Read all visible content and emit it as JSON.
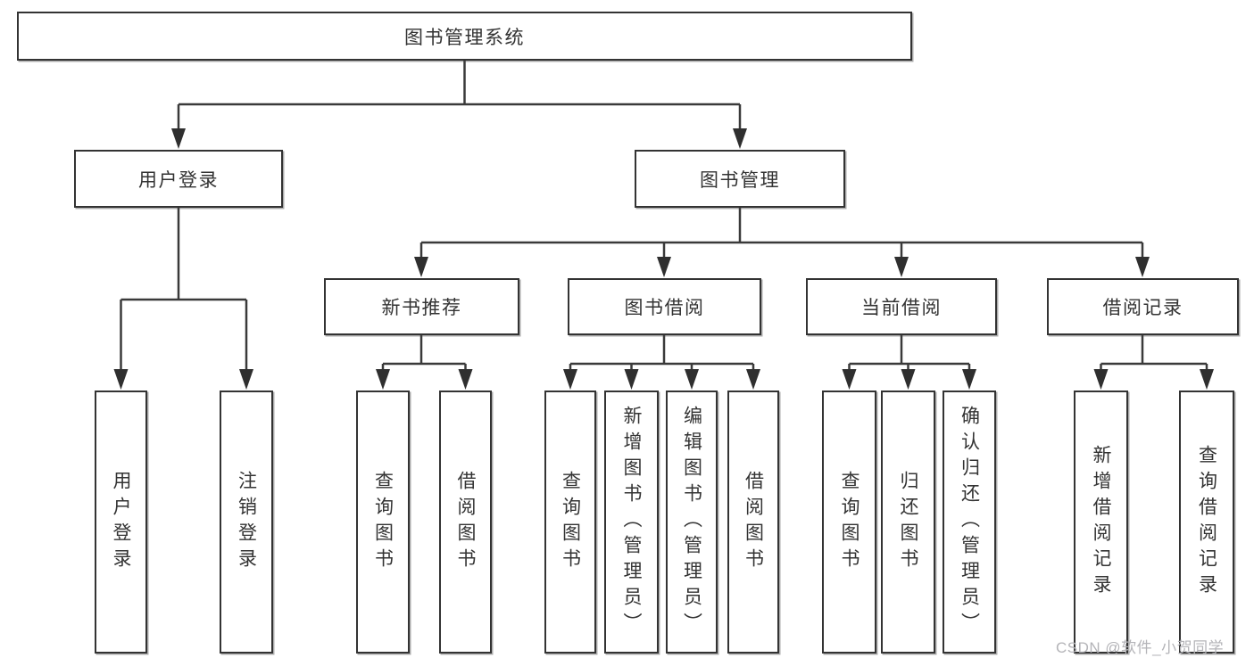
{
  "tree": {
    "label": "图书管理系统",
    "children": [
      {
        "label": "用户登录",
        "children": [
          {
            "label": "用户登录"
          },
          {
            "label": "注销登录"
          }
        ]
      },
      {
        "label": "图书管理",
        "children": [
          {
            "label": "新书推荐",
            "children": [
              {
                "label": "查询图书"
              },
              {
                "label": "借阅图书"
              }
            ]
          },
          {
            "label": "图书借阅",
            "children": [
              {
                "label": "查询图书"
              },
              {
                "label": "新增图书（管理员）"
              },
              {
                "label": "编辑图书（管理员）"
              },
              {
                "label": "借阅图书"
              }
            ]
          },
          {
            "label": "当前借阅",
            "children": [
              {
                "label": "查询图书"
              },
              {
                "label": "归还图书"
              },
              {
                "label": "确认归还（管理员）"
              }
            ]
          },
          {
            "label": "借阅记录",
            "children": [
              {
                "label": "新增借阅记录"
              },
              {
                "label": "查询借阅记录"
              }
            ]
          }
        ]
      }
    ]
  },
  "watermark": {
    "text": "CSDN @软件_小贺同学",
    "color": "#b4b4b8"
  },
  "colors": {
    "background": "#ffffff",
    "box_fill": "#ffffff",
    "box_border": "#333333",
    "line": "#3a3a3a",
    "text": "#333333"
  }
}
